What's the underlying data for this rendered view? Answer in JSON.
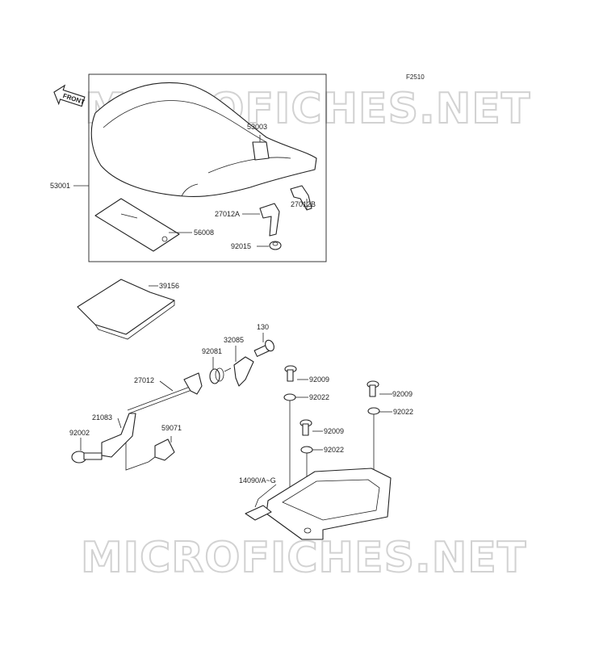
{
  "figure_code": "F2510",
  "front_arrow_label": "FRONT",
  "watermark_text": "MICROFICHES.NET",
  "part_labels": {
    "p53001": "53001",
    "p53003": "53003",
    "p27012A": "27012A",
    "p27012B": "27012B",
    "p56008": "56008",
    "p92015": "92015",
    "p39156": "39156",
    "p130": "130",
    "p32085": "32085",
    "p92081": "92081",
    "p27012": "27012",
    "p21083": "21083",
    "p92002": "92002",
    "p59071": "59071",
    "p92009a": "92009",
    "p92022a": "92022",
    "p92009b": "92009",
    "p92022b": "92022",
    "p92009c": "92009",
    "p92022c": "92022",
    "p14090": "14090/A~G"
  }
}
